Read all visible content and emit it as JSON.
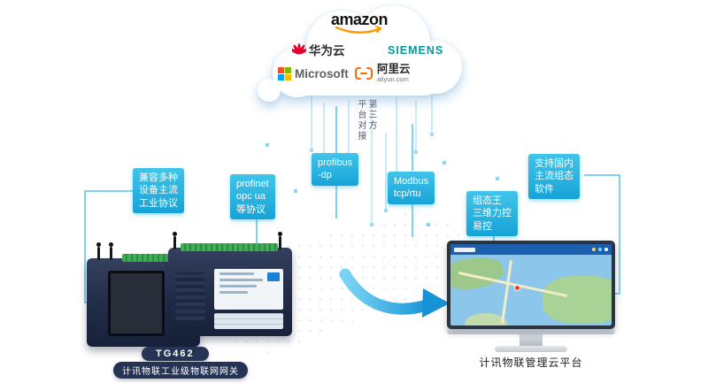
{
  "cloud": {
    "logos": {
      "huawei": "华为云",
      "amazon": "amazon",
      "siemens": "SIEMENS",
      "microsoft": "Microsoft",
      "aliyun": "阿里云",
      "aliyun_domain": "aliyun.com"
    },
    "link_label": {
      "col1": "第三方",
      "col2": "平台对接"
    }
  },
  "tags": [
    {
      "lines": [
        "兼容多种",
        "设备主流",
        "工业协议"
      ]
    },
    {
      "lines": [
        "profinet",
        "opc ua",
        "等协议"
      ]
    },
    {
      "lines": [
        "profibus",
        "-dp"
      ]
    },
    {
      "lines": [
        "Modbus",
        "tcp/rtu"
      ]
    },
    {
      "lines": [
        "组态王",
        "三维力控",
        "易控"
      ]
    },
    {
      "lines": [
        "支持国内",
        "主流组态",
        "软件"
      ]
    }
  ],
  "device": {
    "model": "TG462",
    "caption": "计讯物联工业级物联网网关"
  },
  "platform": {
    "caption": "计讯物联管理云平台"
  },
  "colors": {
    "accent_cyan": "#17a3d8",
    "navy": "#253455",
    "arrow_blue": "#1693d6",
    "amazon_orange": "#ff9900",
    "siemens_teal": "#009999",
    "aliyun_orange": "#ff6a00",
    "huawei_red": "#e4002b"
  }
}
